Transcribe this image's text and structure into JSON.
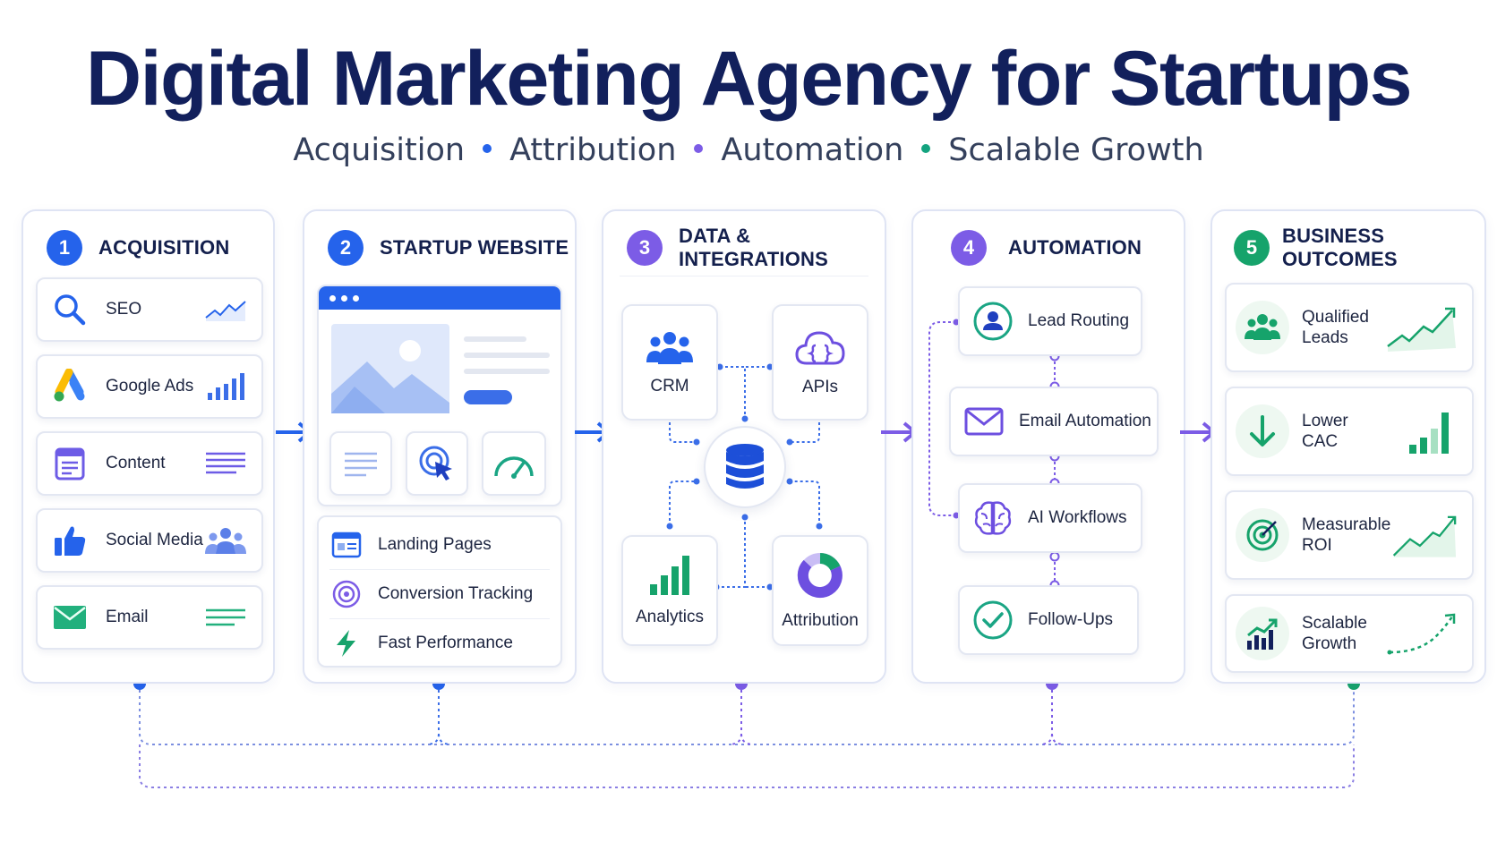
{
  "header": {
    "title": "Digital Marketing Agency for Startups",
    "subtitle_items": [
      "Acquisition",
      "Attribution",
      "Automation",
      "Scalable Growth"
    ],
    "dot_colors": [
      "#2563eb",
      "#7c5ce6",
      "#14a37f"
    ]
  },
  "colors": {
    "blue": "#2563eb",
    "purple": "#7c5ce6",
    "green": "#16a36b",
    "navy": "#12205c"
  },
  "panels": {
    "acquisition": {
      "number": "1",
      "title": "ACQUISITION",
      "items": [
        {
          "label": "SEO",
          "icon": "search-icon"
        },
        {
          "label": "Google Ads",
          "icon": "google-ads-icon"
        },
        {
          "label": "Content",
          "icon": "document-icon"
        },
        {
          "label": "Social Media",
          "icon": "thumbs-up-icon"
        },
        {
          "label": "Email",
          "icon": "envelope-icon"
        }
      ]
    },
    "website": {
      "number": "2",
      "title": "STARTUP WEBSITE",
      "features": [
        {
          "label": "Landing Pages",
          "icon": "landing-page-icon"
        },
        {
          "label": "Conversion Tracking",
          "icon": "target-icon"
        },
        {
          "label": "Fast Performance",
          "icon": "lightning-icon"
        }
      ]
    },
    "data": {
      "number": "3",
      "title": "DATA & INTEGRATIONS",
      "nodes": [
        {
          "label": "CRM",
          "icon": "people-icon"
        },
        {
          "label": "APIs",
          "icon": "cloud-code-icon"
        },
        {
          "label": "Analytics",
          "icon": "bar-chart-icon"
        },
        {
          "label": "Attribution",
          "icon": "donut-chart-icon"
        }
      ],
      "hub_icon": "database-icon"
    },
    "automation": {
      "number": "4",
      "title": "AUTOMATION",
      "steps": [
        {
          "label": "Lead Routing",
          "icon": "user-circle-icon"
        },
        {
          "label": "Email Automation",
          "icon": "envelope-icon"
        },
        {
          "label": "AI Workflows",
          "icon": "brain-icon"
        },
        {
          "label": "Follow-Ups",
          "icon": "check-circle-icon"
        }
      ]
    },
    "outcomes": {
      "number": "5",
      "title": "BUSINESS OUTCOMES",
      "items": [
        {
          "label": "Qualified\nLeads",
          "icon": "people-icon"
        },
        {
          "label": "Lower CAC",
          "icon": "arrow-down-icon"
        },
        {
          "label": "Measurable\nROI",
          "icon": "target-icon"
        },
        {
          "label": "Scalable\nGrowth",
          "icon": "growth-chart-icon"
        }
      ]
    }
  }
}
